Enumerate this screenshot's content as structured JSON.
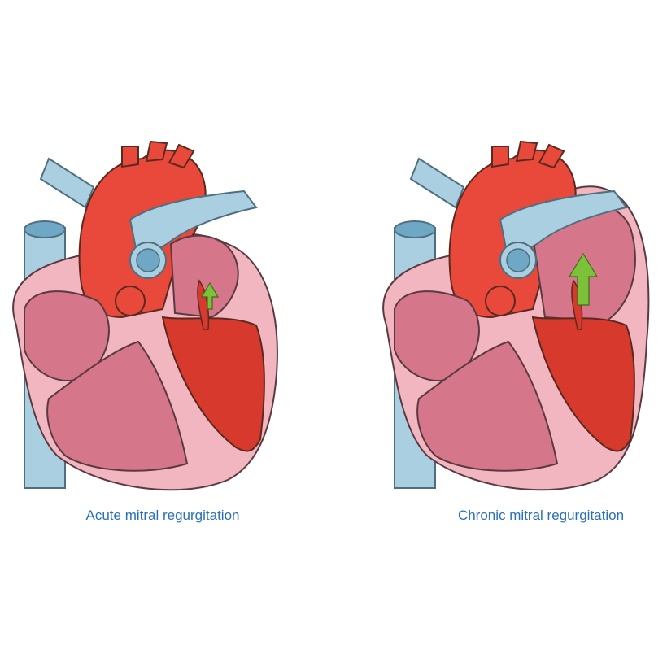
{
  "diagrams": [
    {
      "caption": "Acute mitral regurgitation",
      "left_atrium": "normal"
    },
    {
      "caption": "Chronic mitral regurgitation",
      "left_atrium": "dilated"
    }
  ],
  "colors": {
    "caption": "#2a70b8",
    "vessel_blue": "#a9cfe0",
    "vessel_blue_dark": "#6fa8c5",
    "aorta_red": "#e8493a",
    "blood_red": "#d8392d",
    "muscle_pink": "#f2b6c0",
    "chamber_pink": "#d6768b",
    "arrow_green": "#7cc13a"
  },
  "icons": [
    "heart-cross-section-illustration",
    "regurgitation-arrow-icon"
  ]
}
